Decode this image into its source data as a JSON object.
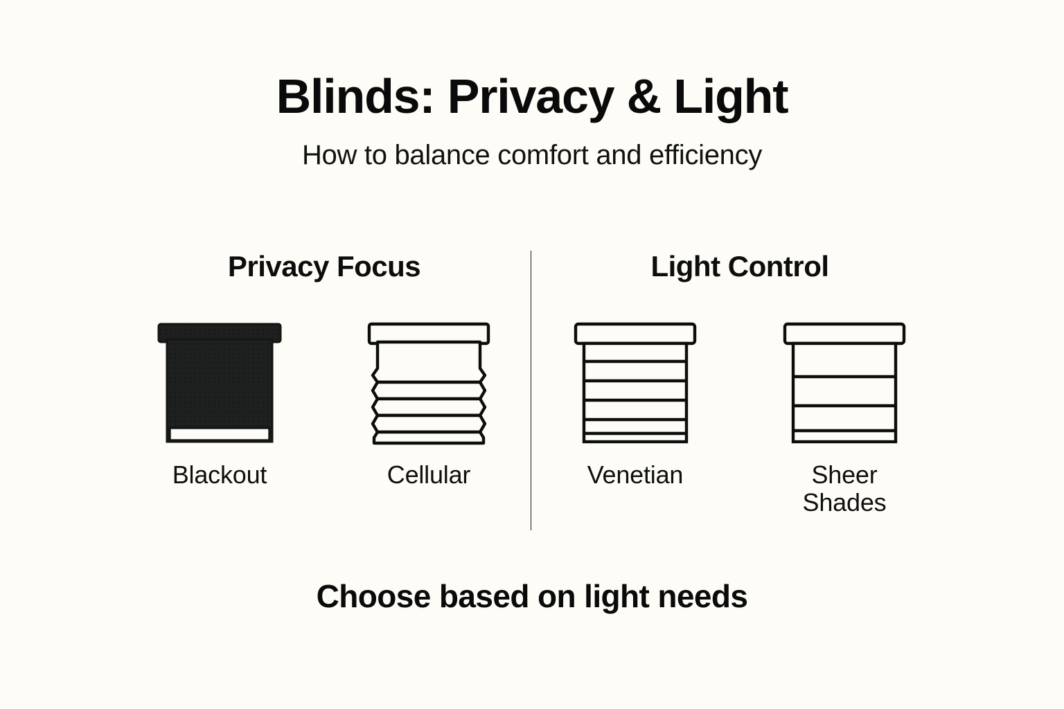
{
  "header": {
    "title": "Blinds: Privacy & Light",
    "subtitle": "How to balance comfort and efficiency"
  },
  "colors": {
    "background": "#fdfcf6",
    "ink": "#0d0d0d",
    "blackout_fill": "#1e2020",
    "divider": "#121212"
  },
  "columns": [
    {
      "heading": "Privacy Focus",
      "items": [
        {
          "label": "Blackout",
          "icon": "blackout-blind-icon"
        },
        {
          "label": "Cellular",
          "icon": "cellular-blind-icon"
        }
      ]
    },
    {
      "heading": "Light Control",
      "items": [
        {
          "label": "Venetian",
          "icon": "venetian-blind-icon"
        },
        {
          "label": "Sheer\nShades",
          "icon": "sheer-shade-icon"
        }
      ]
    }
  ],
  "footer": {
    "text": "Choose based on light needs"
  }
}
